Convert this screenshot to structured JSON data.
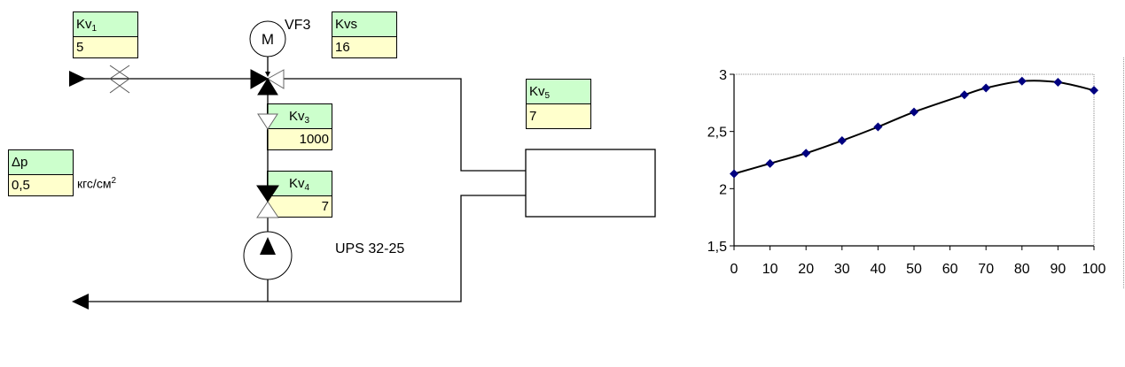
{
  "diagram": {
    "labels": {
      "kv1": {
        "symbol": "Kv",
        "sub": "1",
        "value": "5"
      },
      "kvs": {
        "symbol": "Kvs",
        "sub": "",
        "value": "16"
      },
      "kv3": {
        "symbol": "Kv",
        "sub": "3",
        "value": "1000"
      },
      "kv4": {
        "symbol": "Kv",
        "sub": "4",
        "value": "7"
      },
      "kv5": {
        "symbol": "Kv",
        "sub": "5",
        "value": "7"
      },
      "dp": {
        "symbol": "Δp",
        "sub": "",
        "value": "0,5"
      }
    },
    "dp_unit": "кгс/см",
    "dp_unit_sup": "2",
    "valve_name": "VF3",
    "motor_letter": "M",
    "pump_name": "UPS 32-25",
    "colors": {
      "header": "#ccffcc",
      "value": "#ffffcc",
      "marker": "#000080"
    }
  },
  "chart_data": {
    "type": "line",
    "title": "",
    "xlabel": "",
    "ylabel": "",
    "x": [
      0,
      10,
      20,
      30,
      40,
      50,
      64,
      70,
      80,
      90,
      100
    ],
    "series": [
      {
        "name": "",
        "values": [
          2.13,
          2.22,
          2.31,
          2.42,
          2.54,
          2.67,
          2.82,
          2.88,
          2.94,
          2.93,
          2.86
        ]
      }
    ],
    "xlim": [
      0,
      100
    ],
    "ylim": [
      1.5,
      3
    ],
    "x_ticks": [
      "0",
      "10",
      "20",
      "30",
      "40",
      "50",
      "60",
      "70",
      "80",
      "90",
      "100"
    ],
    "y_ticks": [
      "1,5",
      "2",
      "2,5",
      "3"
    ],
    "grid": false,
    "legend": "none",
    "smoothed": true,
    "marker": "diamond"
  }
}
